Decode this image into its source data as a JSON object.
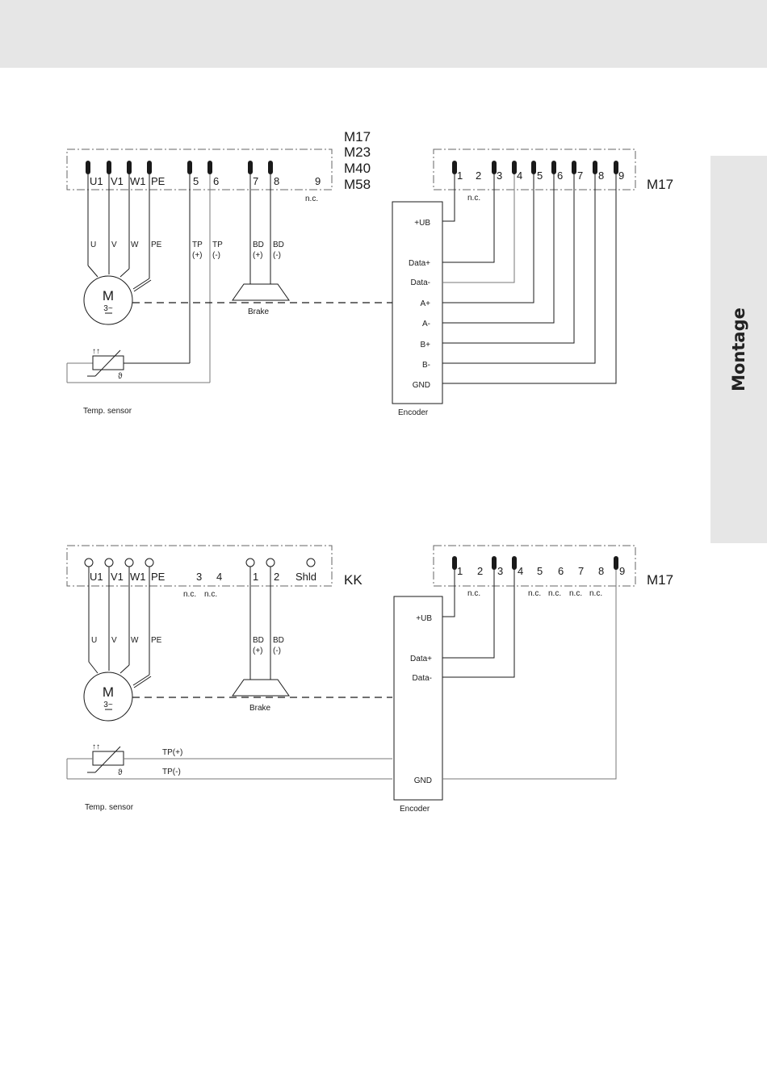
{
  "side_tab": "Montage",
  "diagram1": {
    "connector_series": [
      "M17",
      "M23",
      "M40",
      "M58"
    ],
    "motor_pins": [
      "U1",
      "V1",
      "W1",
      "PE",
      "5",
      "6",
      "7",
      "8",
      "9"
    ],
    "nc_label": "n.c.",
    "wires": [
      "U",
      "V",
      "W",
      "PE"
    ],
    "tp_plus": [
      "TP",
      "(+)"
    ],
    "tp_minus": [
      "TP",
      "(-)"
    ],
    "bd_plus": [
      "BD",
      "(+)"
    ],
    "bd_minus": [
      "BD",
      "(-)"
    ],
    "motor": "M",
    "motor_phase": "3~",
    "brake": "Brake",
    "temp_sensor": "Temp. sensor",
    "encoder_connector": "M17",
    "encoder_pins": [
      "1",
      "2",
      "3",
      "4",
      "5",
      "6",
      "7",
      "8",
      "9"
    ],
    "encoder_nc": "n.c.",
    "encoder_signals": [
      "+UB",
      "Data+",
      "Data-",
      "A+",
      "A-",
      "B+",
      "B-",
      "GND"
    ],
    "encoder": "Encoder"
  },
  "diagram2": {
    "connector_series": "KK",
    "motor_pins": [
      "U1",
      "V1",
      "W1",
      "PE",
      "3",
      "4",
      "1",
      "2",
      "Shld"
    ],
    "nc_labels": [
      "n.c.",
      "n.c."
    ],
    "wires": [
      "U",
      "V",
      "W",
      "PE"
    ],
    "bd_plus": [
      "BD",
      "(+)"
    ],
    "bd_minus": [
      "BD",
      "(-)"
    ],
    "motor": "M",
    "motor_phase": "3~",
    "brake": "Brake",
    "tp_plus": "TP(+)",
    "tp_minus": "TP(-)",
    "temp_sensor": "Temp. sensor",
    "encoder_connector": "M17",
    "encoder_pins": [
      "1",
      "2",
      "3",
      "4",
      "5",
      "6",
      "7",
      "8",
      "9"
    ],
    "encoder_nc": [
      "n.c.",
      "n.c.",
      "n.c.",
      "n.c.",
      "n.c."
    ],
    "encoder_signals": [
      "+UB",
      "Data+",
      "Data-",
      "GND"
    ],
    "encoder": "Encoder"
  }
}
